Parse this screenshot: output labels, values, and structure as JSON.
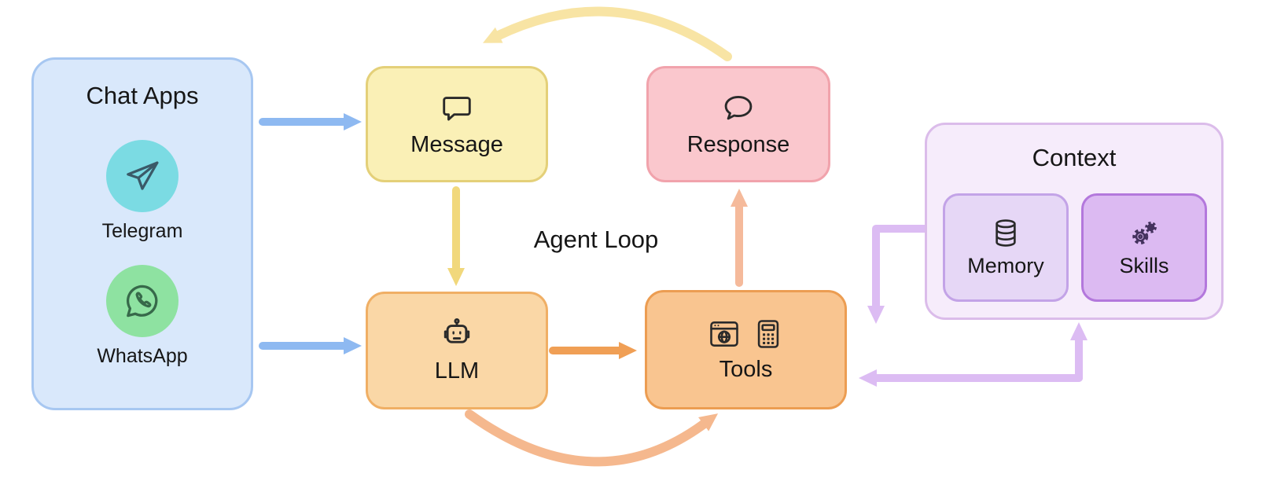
{
  "diagram": {
    "center_label": "Agent Loop",
    "chat_apps": {
      "title": "Chat Apps",
      "apps": [
        {
          "label": "Telegram",
          "icon": "telegram-icon",
          "circle_color": "#7bdbe3"
        },
        {
          "label": "WhatsApp",
          "icon": "whatsapp-icon",
          "circle_color": "#8ee2a1"
        }
      ]
    },
    "nodes": {
      "message": {
        "label": "Message",
        "icon": "speech-bubble-square-icon"
      },
      "response": {
        "label": "Response",
        "icon": "speech-bubble-round-icon"
      },
      "llm": {
        "label": "LLM",
        "icon": "robot-icon"
      },
      "tools": {
        "label": "Tools",
        "icons": [
          "browser-window-icon",
          "calculator-icon"
        ]
      }
    },
    "context": {
      "title": "Context",
      "children": [
        {
          "label": "Memory",
          "icon": "database-icon"
        },
        {
          "label": "Skills",
          "icon": "gears-icon"
        }
      ]
    },
    "edges": [
      {
        "from": "Chat Apps",
        "to": "Message",
        "shape": "straight",
        "color": "#8eb9f1"
      },
      {
        "from": "Chat Apps",
        "to": "LLM",
        "shape": "straight",
        "color": "#8eb9f1"
      },
      {
        "from": "Message",
        "to": "LLM",
        "shape": "straight",
        "color": "#f1d87c"
      },
      {
        "from": "LLM",
        "to": "Tools",
        "shape": "straight",
        "color": "#f09f55"
      },
      {
        "from": "Tools",
        "to": "Response",
        "shape": "straight",
        "color": "#f5ba9b"
      },
      {
        "from": "Response",
        "to": "Message",
        "shape": "arc-top",
        "color": "#f8e4a4"
      },
      {
        "from": "LLM",
        "to": "Tools",
        "shape": "arc-bottom",
        "color": "#f5b88e"
      },
      {
        "from": "Context",
        "to": "Tools",
        "shape": "elbow",
        "color": "#dcbcf3"
      },
      {
        "from": "Tools",
        "to": "Context",
        "shape": "elbow",
        "color": "#dcbcf3"
      }
    ],
    "colors": {
      "text": "#161616",
      "chat_apps_fill": "#d9e8fb",
      "chat_apps_border": "#a7c7f1",
      "telegram_circle": "#7bdbe3",
      "whatsapp_circle": "#8ee2a1",
      "message_fill": "#faf0b6",
      "message_border": "#e4d079",
      "response_fill": "#fac7cd",
      "response_border": "#f1a3ac",
      "llm_fill": "#fad7a6",
      "llm_border": "#f0af65",
      "tools_fill": "#f9c590",
      "tools_border": "#ec9d52",
      "context_fill": "#f6ecfb",
      "context_border": "#dbbcea",
      "memory_fill": "#e6d7f6",
      "memory_border": "#c3a3e7",
      "skills_fill": "#dcbaf2",
      "skills_border": "#b378dc",
      "arrow_blue": "#8eb9f1",
      "arrow_yellow": "#f1d87c",
      "arrow_cream": "#f8e4a4",
      "arrow_orange": "#f09f55",
      "arrow_salmon": "#f5ba9b",
      "arrow_peach": "#f5b88e",
      "arrow_purple": "#dcbcf3"
    }
  }
}
